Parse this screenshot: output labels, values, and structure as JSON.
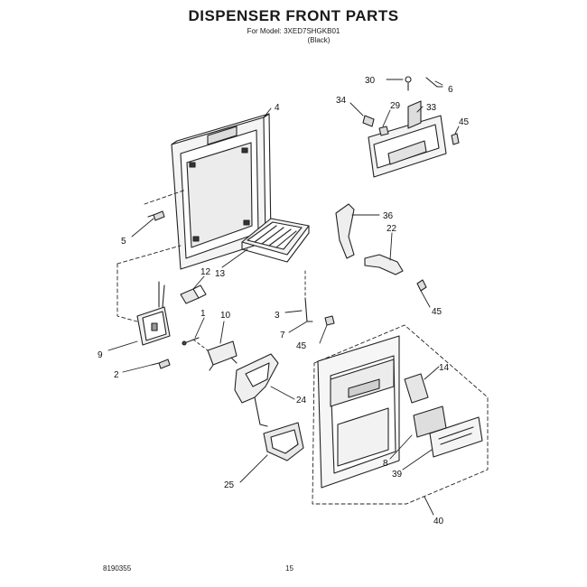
{
  "header": {
    "title": "DISPENSER FRONT PARTS",
    "model": "For Model: 3XED7SHGKB01",
    "variant": "(Black)"
  },
  "callouts": {
    "c30": "30",
    "c6": "6",
    "c34": "34",
    "c29": "29",
    "c33": "33",
    "c45a": "45",
    "c4": "4",
    "c5": "5",
    "c36": "36",
    "c22": "22",
    "c13": "13",
    "c12": "12",
    "c45b": "45",
    "c3": "3",
    "c1": "1",
    "c10": "10",
    "c7": "7",
    "c45c": "45",
    "c9": "9",
    "c2": "2",
    "c14": "14",
    "c24": "24",
    "c8": "8",
    "c39": "39",
    "c25": "25",
    "c40": "40"
  },
  "footer": {
    "doc_number": "8190355",
    "page": "15"
  }
}
